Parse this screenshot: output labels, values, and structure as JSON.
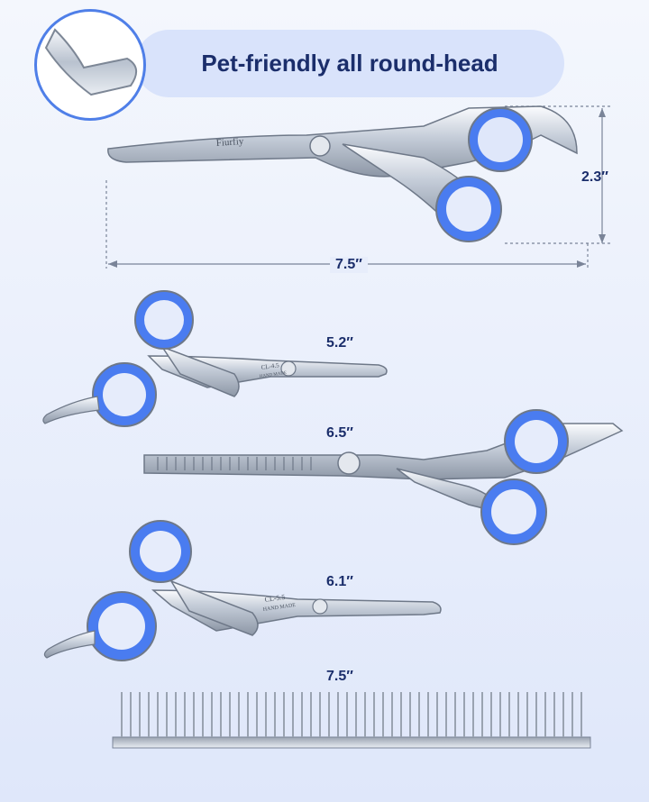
{
  "headline": "Pet-friendly all round-head",
  "brand": "Fiurfiy",
  "dimensions": {
    "height_main": "2.3″",
    "length_main": "7.5″",
    "scissor_small": "5.2″",
    "thinning": "6.5″",
    "scissor_medium": "6.1″",
    "comb": "7.5″"
  },
  "engravings": {
    "small": "CL-4.5",
    "small_sub": "HAND MADE",
    "medium": "CL-5.5",
    "medium_sub": "HAND MADE"
  },
  "colors": {
    "accent": "#4a7cf0",
    "text": "#1b2e6b",
    "steel": "#cfd6e0"
  }
}
